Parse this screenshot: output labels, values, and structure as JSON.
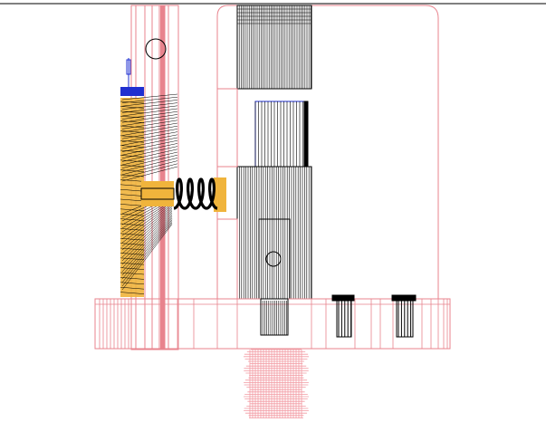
{
  "colors": {
    "background": "#ffffff",
    "frame_outline": "#e8838d",
    "frame_fill": "#fde6e8",
    "component_linework": "#000000",
    "spring_bracket": "#f0b43c",
    "blue_marker": "#1f2fd0",
    "shaft_rings": "#f29aa2"
  },
  "drawing": {
    "view": "side-elevation",
    "parts": [
      "top-edge-line",
      "vertical-support-post",
      "housing-block",
      "inner-slide-block",
      "lower-mount-block",
      "compression-spring",
      "spring-bracket",
      "brush-assembly",
      "blue-marker",
      "base-plate",
      "base-fasteners",
      "threaded-shaft"
    ],
    "labels": []
  }
}
